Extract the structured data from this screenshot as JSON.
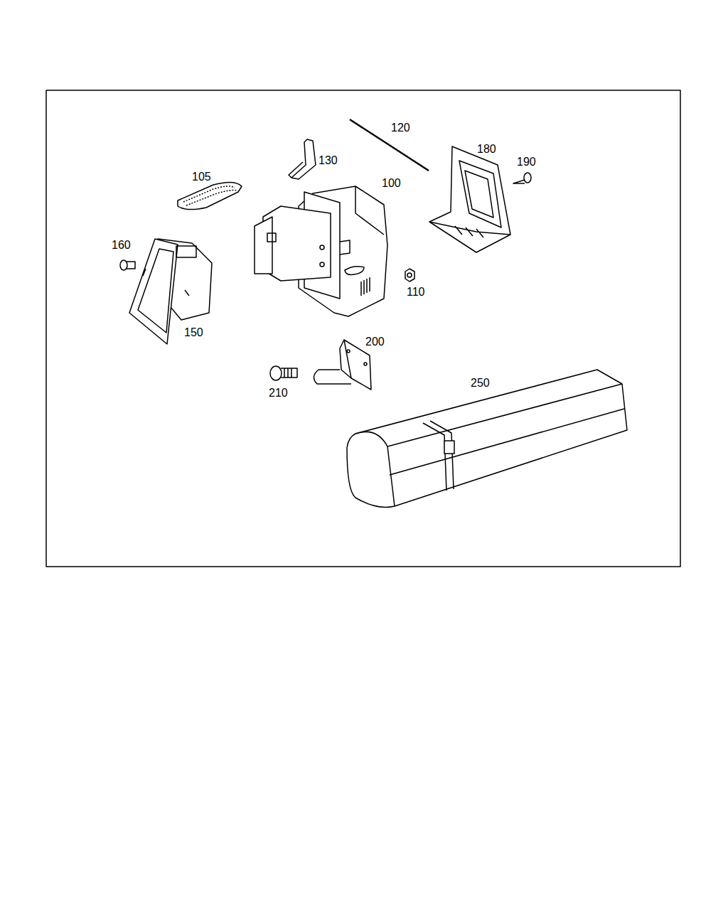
{
  "diagram": {
    "labels": [
      "120",
      "180",
      "130",
      "190",
      "105",
      "100",
      "160",
      "110",
      "150",
      "200",
      "250",
      "210"
    ]
  }
}
